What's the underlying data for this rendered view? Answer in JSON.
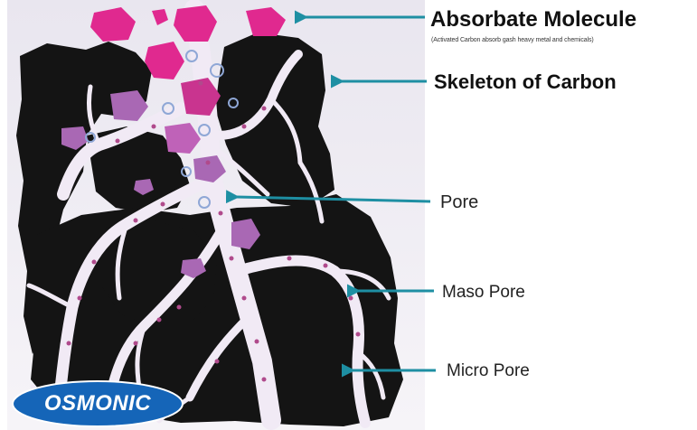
{
  "labels": {
    "absorbate_molecule": "Absorbate Molecule",
    "absorbate_note": "(Activated Carbon absorb gash heavy metal and chemicals)",
    "skeleton_of_carbon": "Skeleton of Carbon",
    "pore": "Pore",
    "maso_pore": "Maso Pore",
    "micro_pore": "Micro Pore"
  },
  "logo": {
    "text": "OSMONIC"
  },
  "colors": {
    "carbon": "#141414",
    "pore_fill": "#f1eaf5",
    "absorbate_magenta": "#e0298f",
    "molecule_purple": "#a968b4",
    "molecule_orchid": "#bf62b8",
    "arrow": "#1e8fa3",
    "logo_blue": "#1565b8"
  }
}
